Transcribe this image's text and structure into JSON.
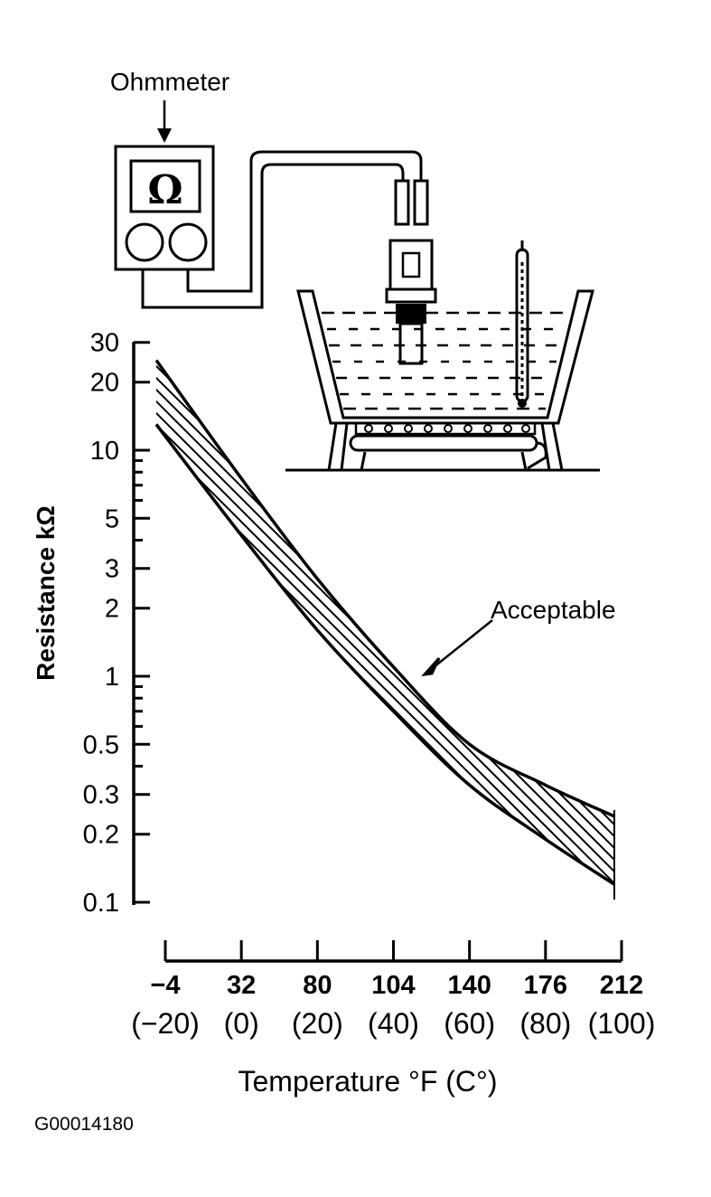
{
  "meter": {
    "label": "Ohmmeter",
    "symbol": "Ω"
  },
  "chart_data": {
    "type": "area",
    "title": "",
    "band_label": "Acceptable",
    "ylabel": "Resistance kΩ",
    "xlabel": "Temperature  °F (C°)",
    "y_scale": "log",
    "y_ticks": [
      "30",
      "20",
      "10",
      "5",
      "3",
      "2",
      "1",
      "0.5",
      "0.3",
      "0.2",
      "0.1"
    ],
    "x_ticks_f": [
      "−4",
      "32",
      "80",
      "104",
      "140",
      "176",
      "212"
    ],
    "x_ticks_c": [
      "(−20)",
      "(0)",
      "(20)",
      "(40)",
      "(60)",
      "(80)",
      "(100)"
    ],
    "x_c_values": [
      -20,
      0,
      20,
      40,
      60,
      80,
      100
    ],
    "series": [
      {
        "name": "",
        "x_c": [
          -20,
          0,
          20,
          40,
          60,
          80,
          100
        ],
        "values": [
          25,
          7.5,
          2.7,
          1.1,
          0.5,
          0.33,
          0.24
        ]
      },
      {
        "name": "",
        "x_c": [
          -20,
          0,
          20,
          40,
          60,
          80,
          100
        ],
        "values": [
          13,
          4.2,
          1.6,
          0.7,
          0.33,
          0.19,
          0.12
        ]
      }
    ]
  },
  "figure_code": "G00014180",
  "colors": {
    "ink": "#000000",
    "paper": "#ffffff"
  }
}
